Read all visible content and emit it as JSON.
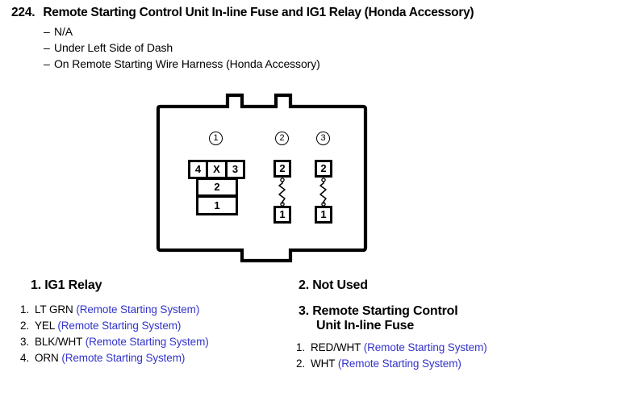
{
  "header": {
    "number": "224.",
    "title": "Remote Starting Control Unit In-line Fuse and IG1 Relay (Honda Accessory)",
    "bullets": [
      "N/A",
      "Under Left Side of Dash",
      "On Remote Starting Wire Harness (Honda Accessory)"
    ],
    "dash": "–"
  },
  "diagram": {
    "callouts": [
      {
        "label": "1"
      },
      {
        "label": "2"
      },
      {
        "label": "3"
      }
    ],
    "relay_pins": {
      "top_row": [
        "4",
        "X",
        "3"
      ],
      "column": [
        "2",
        "1"
      ]
    },
    "fuses": [
      {
        "top_terminal": "2",
        "bottom_terminal": "1"
      },
      {
        "top_terminal": "2",
        "bottom_terminal": "1"
      }
    ]
  },
  "legend": {
    "left": {
      "heading": "1. IG1 Relay",
      "items": [
        {
          "index": "1.",
          "wire": "LT GRN",
          "system": "(Remote Starting System)"
        },
        {
          "index": "2.",
          "wire": "YEL",
          "system": "(Remote Starting System)"
        },
        {
          "index": "3.",
          "wire": "BLK/WHT",
          "system": "(Remote Starting System)"
        },
        {
          "index": "4.",
          "wire": "ORN",
          "system": "(Remote Starting System)"
        }
      ]
    },
    "right": {
      "heading_not_used": "2. Not Used",
      "heading_fuse_line1": "3. Remote Starting Control",
      "heading_fuse_line2": "Unit In-line Fuse",
      "items": [
        {
          "index": "1.",
          "wire": "RED/WHT",
          "system": "(Remote Starting System)"
        },
        {
          "index": "2.",
          "wire": "WHT",
          "system": "(Remote Starting System)"
        }
      ]
    }
  },
  "colors": {
    "system_blue": "#3333cc",
    "outline_black": "#000000"
  }
}
